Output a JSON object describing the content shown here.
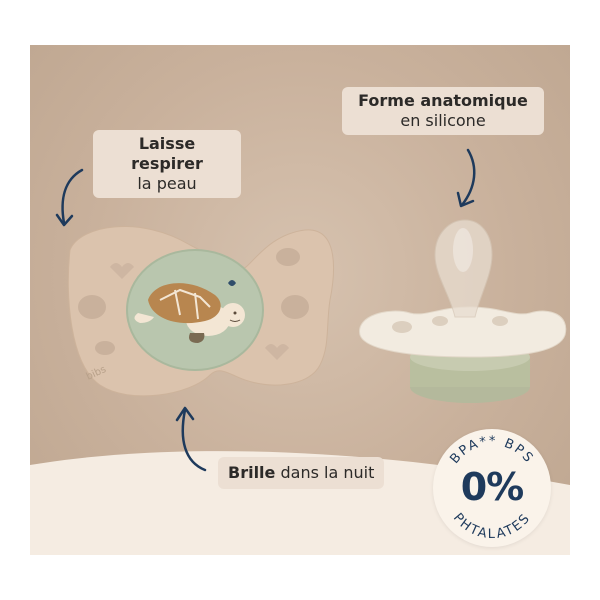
{
  "labels": {
    "breathe": {
      "line1": "Laisse respirer",
      "line2": "la peau"
    },
    "shape": {
      "line1": "Forme anatomique",
      "line2": "en silicone"
    },
    "glow": {
      "bold": "Brille",
      "rest": " dans la nuit"
    }
  },
  "badge": {
    "percent": "0%",
    "top_text": "BPA** BPS",
    "bottom_text": "PHTALATES"
  },
  "brand_mark": "bibs",
  "colors": {
    "background": "#c9b19c",
    "label_bg": "#ecdfd3",
    "arrow": "#1e3a5c",
    "badge_text": "#1e3a5c",
    "badge_bg": "#faf3ea",
    "shield": "#dcc7b1",
    "button": "#b9c6ae",
    "turtle_shell": "#b8864f"
  },
  "icons": [
    "arrow-curved-icon",
    "turtle-illustration",
    "pacifier-shield",
    "pacifier-nipple"
  ]
}
